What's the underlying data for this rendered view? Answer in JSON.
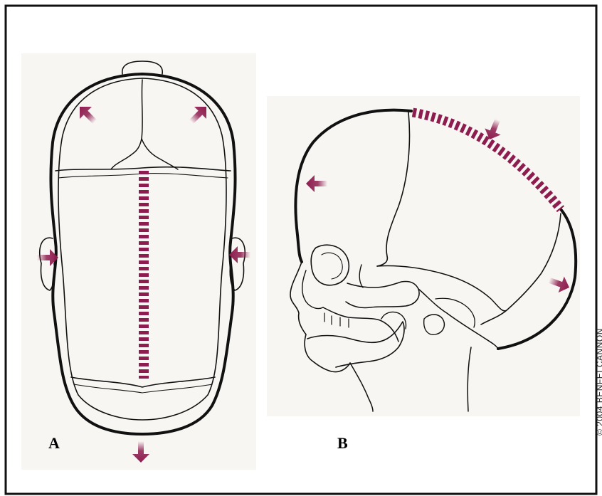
{
  "figure": {
    "panel_a_label": "A",
    "panel_b_label": "B",
    "copyright": "© 2004 BENFEI CANNON"
  },
  "colors": {
    "arrow": "#8e1d4f",
    "suture": "#8e1d4f",
    "outline": "#111111",
    "background_tint": "#f7f6f2"
  },
  "icons": {
    "arrow": "arrow-icon",
    "suture": "dashed-suture-line"
  }
}
